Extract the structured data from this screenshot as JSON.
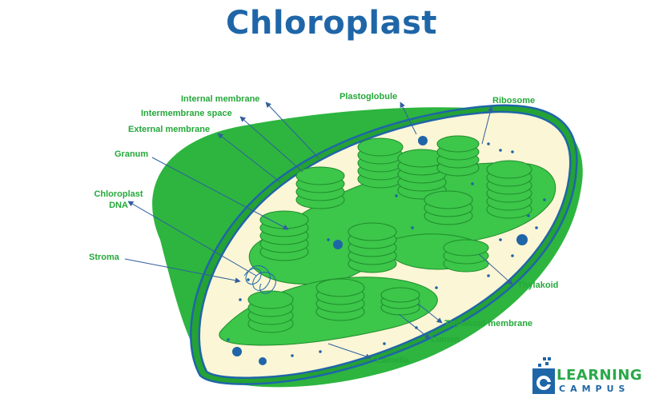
{
  "title": "Chloroplast",
  "labels": {
    "internal_membrane": "Internal membrane",
    "intermembrane_space": "Intermembrane space",
    "external_membrane": "External membrane",
    "granum": "Granum",
    "chloroplast_dna_line1": "Chloroplast",
    "chloroplast_dna_line2": "DNA",
    "stroma": "Stroma",
    "plastoglobule": "Plastoglobule",
    "ribosome": "Ribosome",
    "thylakoid": "Thylakoid",
    "thylakoid_membrane": "Thylakoid membrane",
    "lumen": "Lumen",
    "lamella": "Lamella"
  },
  "logo": {
    "line1": "LEARNING",
    "line2": "CAMPUS"
  },
  "colors": {
    "title": "#1f66a8",
    "label": "#25a83a",
    "outer_green": "#2db53f",
    "stroma": "#fbf6d5",
    "membrane_blue": "#1f66a8",
    "thylakoid_green": "#3cc64a",
    "arrow": "#2f5f9e"
  }
}
